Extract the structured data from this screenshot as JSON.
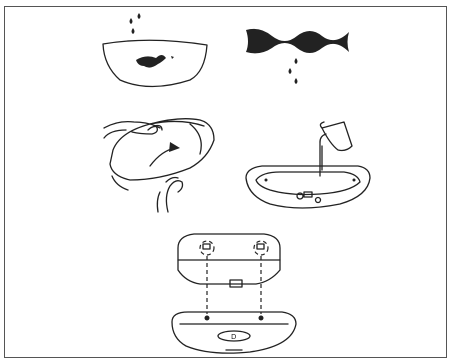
{
  "figure": {
    "panels": [
      {
        "id": "wet-pad",
        "icons": [
          "water-drop-icon",
          "wet-mop-pad-icon"
        ]
      },
      {
        "id": "wring-pad",
        "icons": [
          "cloth-wave-icon",
          "water-drop-icon"
        ]
      },
      {
        "id": "remove-tank",
        "icons": [
          "hands-icon",
          "water-tank-icon",
          "arrow-icon"
        ]
      },
      {
        "id": "fill-tank",
        "icons": [
          "cup-icon",
          "water-tank-base-icon"
        ]
      },
      {
        "id": "attach-module",
        "icons": [
          "mop-module-top-icon",
          "mop-base-icon",
          "dashed-guide-line"
        ]
      }
    ],
    "base_label": "D",
    "colors": {
      "line": "#222222",
      "background": "#ffffff",
      "border": "#555555"
    }
  }
}
